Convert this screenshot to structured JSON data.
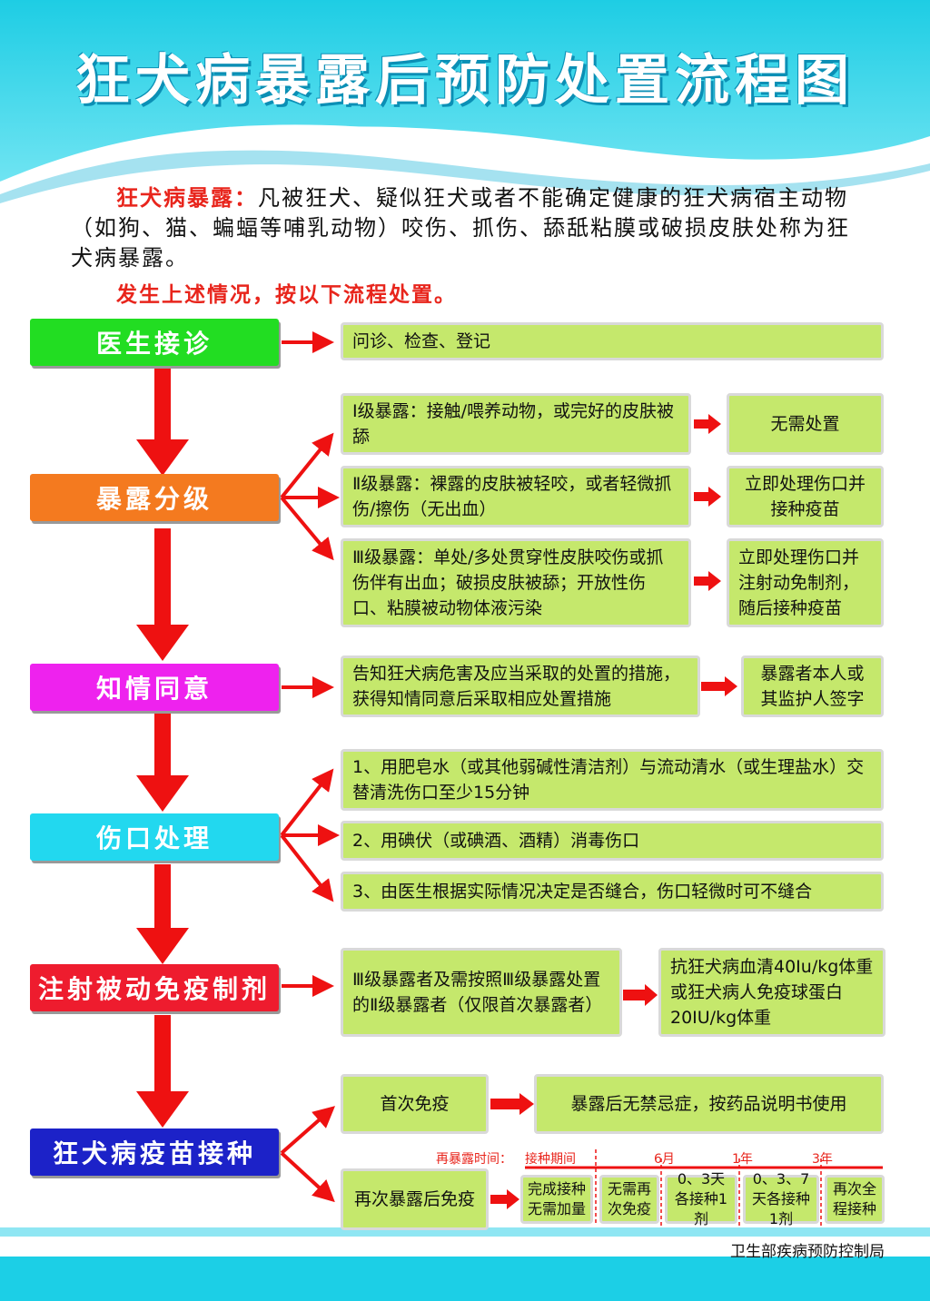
{
  "title": "狂犬病暴露后预防处置流程图",
  "intro": {
    "label": "狂犬病暴露：",
    "text": "凡被狂犬、疑似狂犬或者不能确定健康的狂犬病宿主动物（如狗、猫、蝙蝠等哺乳动物）咬伤、抓伤、舔舐粘膜或破损皮肤处称为狂犬病暴露。",
    "instruction": "发生上述情况，按以下流程处置。"
  },
  "steps": [
    {
      "label": "医生接诊",
      "color": "#22dd22"
    },
    {
      "label": "暴露分级",
      "color": "#f47a1f"
    },
    {
      "label": "知情同意",
      "color": "#ee22ee"
    },
    {
      "label": "伤口处理",
      "color": "#22d8ef"
    },
    {
      "label": "注射被动免疫制剂",
      "color": "#ee1c2e"
    },
    {
      "label": "狂犬病疫苗接种",
      "color": "#1c22c8"
    }
  ],
  "reception": {
    "detail": "问诊、检查、登记"
  },
  "grading": [
    {
      "desc": "Ⅰ级暴露：接触/喂养动物，或完好的皮肤被舔",
      "action": "无需处置"
    },
    {
      "desc": "Ⅱ级暴露：裸露的皮肤被轻咬，或者轻微抓伤/擦伤（无出血）",
      "action": "立即处理伤口并接种疫苗"
    },
    {
      "desc": "Ⅲ级暴露：单处/多处贯穿性皮肤咬伤或抓伤伴有出血；破损皮肤被舔；开放性伤口、粘膜被动物体液污染",
      "action": "立即处理伤口并注射动免制剂，随后接种疫苗"
    }
  ],
  "consent": {
    "desc": "告知狂犬病危害及应当采取的处置的措施，获得知情同意后采取相应处置措施",
    "signer": "暴露者本人或其监护人签字"
  },
  "wound": [
    "1、用肥皂水（或其他弱碱性清洁剂）与流动清水（或生理盐水）交替清洗伤口至少15分钟",
    "2、用碘伏（或碘酒、酒精）消毒伤口",
    "3、由医生根据实际情况决定是否缝合，伤口轻微时可不缝合"
  ],
  "passive": {
    "who": "Ⅲ级暴露者及需按照Ⅲ级暴露处置的Ⅱ级暴露者（仅限首次暴露者）",
    "what": "抗狂犬病血清40Iu/kg体重或狂犬病人免疫球蛋白20IU/kg体重"
  },
  "vaccine": {
    "first": "首次免疫",
    "first_note": "暴露后无禁忌症，按药品说明书使用",
    "again": "再次暴露后免疫",
    "timeline_label": "再暴露时间：",
    "timeline_marks": [
      "接种期间",
      "6月",
      "1年",
      "3年"
    ],
    "timeline_cells": [
      "完成接种无需加量",
      "无需再次免疫",
      "0、3天各接种1剂",
      "0、3、7天各接种1剂",
      "再次全程接种"
    ]
  },
  "footer": "卫生部疾病预防控制局",
  "colors": {
    "box": "#c5e86c",
    "arrow": "#ee1111",
    "sky": "#1ccfe6"
  }
}
